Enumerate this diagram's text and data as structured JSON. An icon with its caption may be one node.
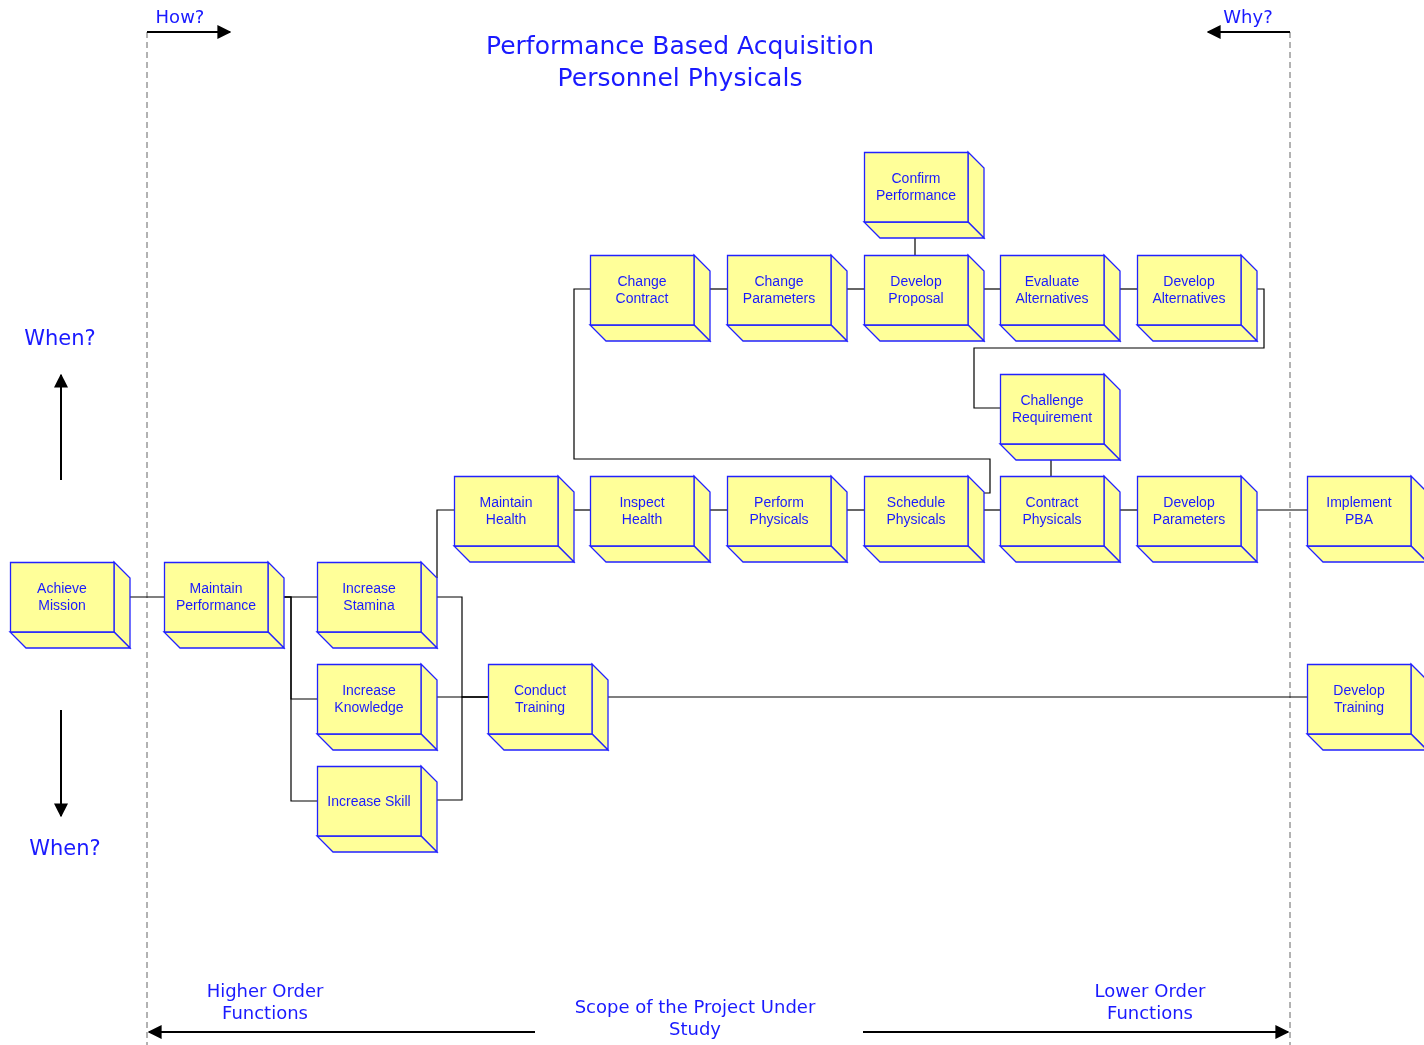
{
  "diagram": {
    "title": "Performance Based Acquisition Personnel Physicals",
    "nodes": [
      {
        "text": [
          "Confirm Performance"
        ]
      },
      {
        "text": [
          "Change Contract"
        ]
      },
      {
        "text": [
          "Change Parameters"
        ]
      },
      {
        "text": [
          "Develop Proposal"
        ]
      },
      {
        "text": [
          "Evaluate Alternatives"
        ]
      },
      {
        "text": [
          "Develop Alternatives"
        ]
      },
      {
        "text": [
          "Challenge Requirement"
        ]
      },
      {
        "text": [
          "Maintain Health"
        ]
      },
      {
        "text": [
          "Inspect Health"
        ]
      },
      {
        "text": [
          "Perform Physicals"
        ]
      },
      {
        "text": [
          "Schedule Physicals"
        ]
      },
      {
        "text": [
          "Contract Physicals"
        ]
      },
      {
        "text": [
          "Develop Parameters"
        ]
      },
      {
        "text": [
          "Implement PBA"
        ]
      },
      {
        "text": [
          "Achieve Mission"
        ]
      },
      {
        "text": [
          "Maintain Performance"
        ]
      },
      {
        "text": [
          "Increase Stamina"
        ]
      },
      {
        "text": [
          "Increase Knowledge"
        ]
      },
      {
        "text": [
          "Conduct Training"
        ]
      },
      {
        "text": [
          "Develop Training"
        ]
      },
      {
        "text": [
          "Increase Skill"
        ]
      }
    ],
    "edges": [
      {
        "from": 14,
        "to": 15,
        "arrow": "none"
      },
      {
        "from": 15,
        "to": 16,
        "arrow": "none"
      },
      {
        "from": 15,
        "to": 17,
        "arrow": "none"
      },
      {
        "from": 15,
        "to": 20,
        "arrow": "none"
      },
      {
        "from": 16,
        "to": 7,
        "arrow": "none"
      },
      {
        "from": 7,
        "to": 8,
        "arrow": "none"
      },
      {
        "from": 8,
        "to": 9,
        "arrow": "none"
      },
      {
        "from": 9,
        "to": 10,
        "arrow": "none"
      },
      {
        "from": 10,
        "to": 11,
        "arrow": "none"
      },
      {
        "from": 11,
        "to": 12,
        "arrow": "none"
      },
      {
        "from": 12,
        "to": 13,
        "arrow": "none"
      },
      {
        "from": 16,
        "to": 18,
        "arrow": "none"
      },
      {
        "from": 17,
        "to": 18,
        "arrow": "none"
      },
      {
        "from": 20,
        "to": 18,
        "arrow": "none"
      },
      {
        "from": 18,
        "to": 19,
        "arrow": "none"
      },
      {
        "from": 11,
        "to": 6,
        "arrow": "none"
      },
      {
        "from": 6,
        "to": 5,
        "arrow": "none"
      },
      {
        "from": 4,
        "to": 5,
        "arrow": "none"
      },
      {
        "from": 3,
        "to": 4,
        "arrow": "none"
      },
      {
        "from": 2,
        "to": 3,
        "arrow": "none"
      },
      {
        "from": 1,
        "to": 2,
        "arrow": "none"
      },
      {
        "from": 0,
        "to": 3,
        "arrow": "none"
      },
      {
        "from": 10,
        "to": 1,
        "arrow": "none"
      }
    ],
    "labels": [
      "How?",
      "Why?",
      "When?",
      "When?",
      "Higher Order Functions",
      "Scope of the Project Under Study",
      "Lower Order Functions"
    ]
  }
}
